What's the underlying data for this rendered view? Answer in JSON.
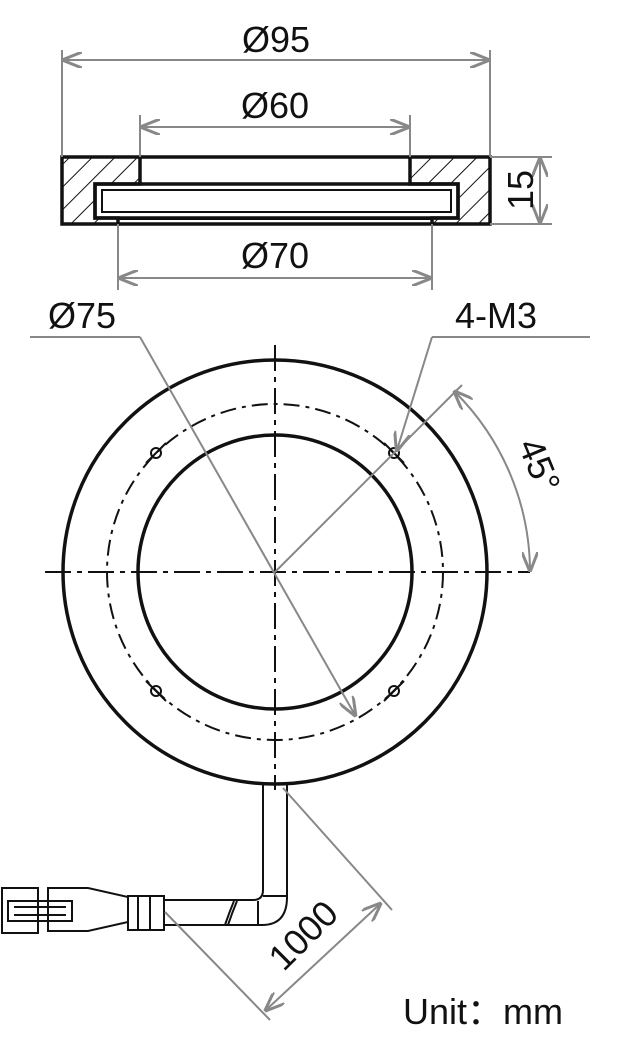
{
  "labels": {
    "d95": "Ø95",
    "d60": "Ø60",
    "d70": "Ø70",
    "h15": "15",
    "d75": "Ø75",
    "holes": "4-M3",
    "angle": "45°",
    "cable": "1000",
    "unit": "Unit：mm"
  },
  "colors": {
    "line": "#111111",
    "dimension": "#888888"
  }
}
